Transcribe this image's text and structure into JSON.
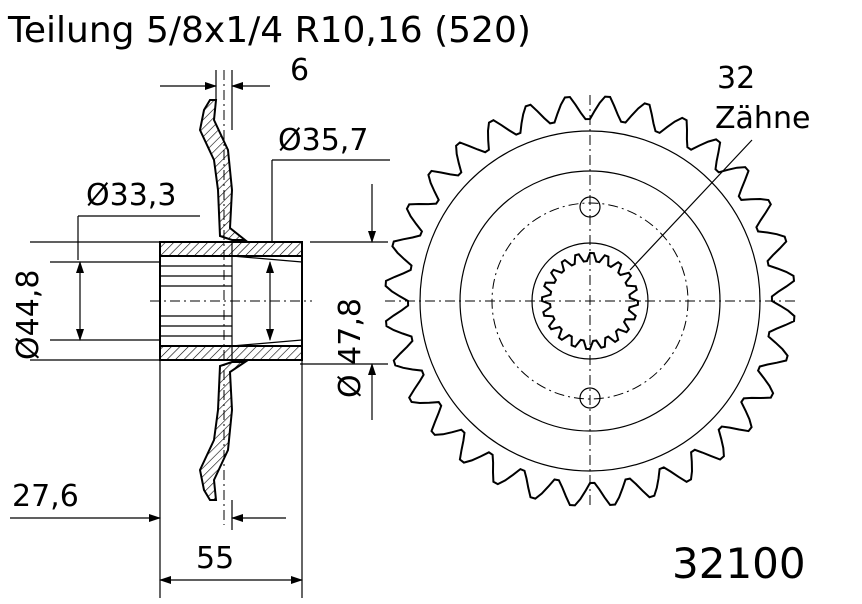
{
  "header": {
    "title": "Teilung 5/8x1/4 R10,16 (520)"
  },
  "dimensions": {
    "width_top": "6",
    "bore_large": "Ø35,7",
    "bore_small": "Ø33,3",
    "outer_left": "Ø44,8",
    "outer_right": "Ø 47,8",
    "offset": "27,6",
    "length": "55"
  },
  "sprocket": {
    "teeth_number": "32",
    "teeth_label": "Zähne",
    "teeth_count": 32
  },
  "part_number": "32100"
}
